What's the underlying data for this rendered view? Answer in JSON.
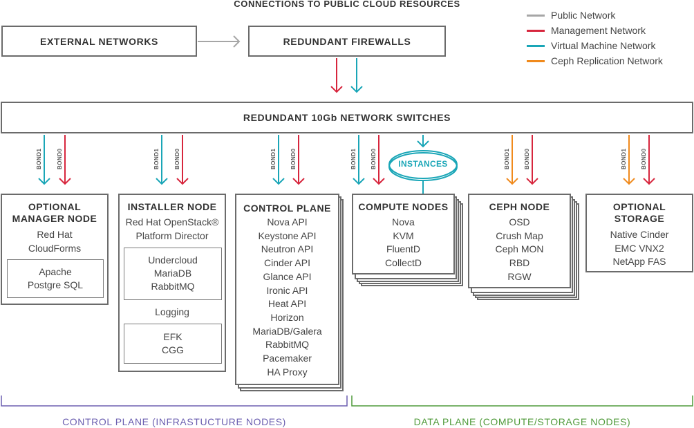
{
  "title": "CONNECTIONS TO PUBLIC CLOUD RESOURCES",
  "legend": [
    {
      "label": "Public Network",
      "color": "#a6a6a6"
    },
    {
      "label": "Management Network",
      "color": "#d7263d"
    },
    {
      "label": "Virtual Machine Network",
      "color": "#1aa6b7"
    },
    {
      "label": "Ceph Replication Network",
      "color": "#f08a1c"
    }
  ],
  "external_networks": "EXTERNAL NETWORKS",
  "redundant_firewalls": "REDUNDANT FIREWALLS",
  "switches": "REDUNDANT 10Gb NETWORK SWITCHES",
  "instances": "INSTANCES",
  "bond1": "BOND1",
  "bond0": "BOND0",
  "nodes": {
    "manager": {
      "title1": "OPTIONAL",
      "title2": "MANAGER NODE",
      "items": [
        "Red Hat",
        "CloudForms"
      ],
      "inner": [
        "Apache",
        "Postgre SQL"
      ]
    },
    "installer": {
      "title": "INSTALLER NODE",
      "subtitle1": "Red Hat OpenStack®",
      "subtitle2": "Platform Director",
      "inner1": [
        "Undercloud",
        "MariaDB",
        "RabbitMQ"
      ],
      "logging": "Logging",
      "inner2": [
        "EFK",
        "CGG"
      ]
    },
    "control": {
      "title": "CONTROL PLANE",
      "items": [
        "Nova API",
        "Keystone API",
        "Neutron API",
        "Cinder API",
        "Glance API",
        "Ironic API",
        "Heat API",
        "Horizon",
        "MariaDB/Galera",
        "RabbitMQ",
        "Pacemaker",
        "HA Proxy"
      ]
    },
    "compute": {
      "title": "COMPUTE NODES",
      "items": [
        "Nova",
        "KVM",
        "FluentD",
        "CollectD"
      ]
    },
    "ceph": {
      "title": "CEPH NODE",
      "items": [
        "OSD",
        "Crush Map",
        "Ceph MON",
        "RBD",
        "RGW"
      ]
    },
    "storage": {
      "title1": "OPTIONAL",
      "title2": "STORAGE",
      "items": [
        "Native Cinder",
        "EMC VNX2",
        "NetApp FAS"
      ]
    }
  },
  "footer": {
    "control": "CONTROL PLANE (INFRASTUCTURE NODES)",
    "control_color": "#6b5fb0",
    "data": "DATA PLANE (COMPUTE/STORAGE NODES)",
    "data_color": "#4f9a3a"
  }
}
